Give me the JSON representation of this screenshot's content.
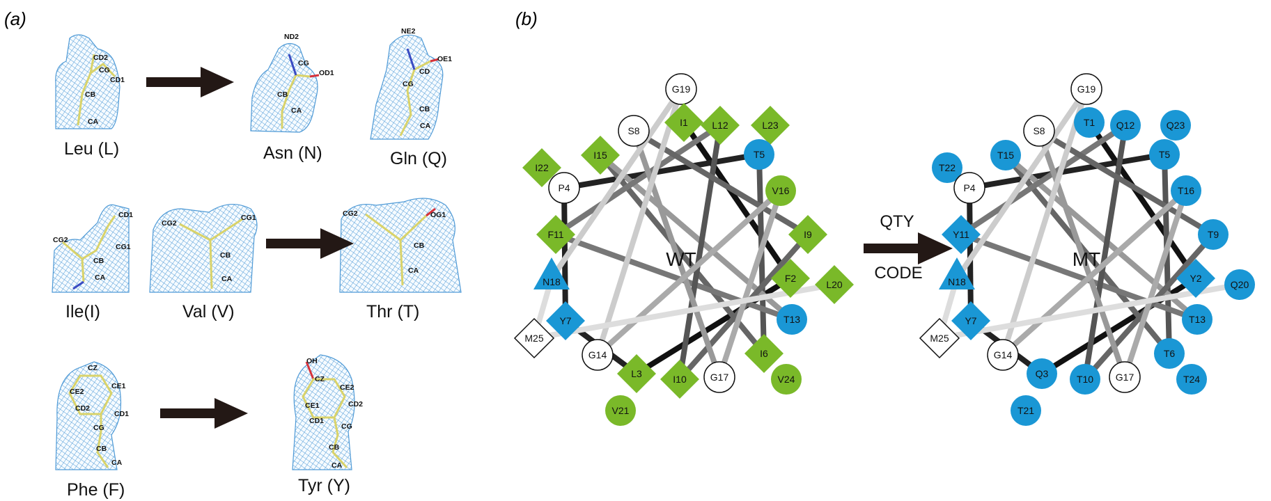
{
  "panels": {
    "a": "(a)",
    "b": "(b)"
  },
  "structures": {
    "leu": {
      "name": "Leu (L)",
      "atoms": [
        "CD2",
        "CG",
        "CD1",
        "CB",
        "CA"
      ]
    },
    "asn": {
      "name": "Asn (N)",
      "atoms": [
        "ND2",
        "CG",
        "OD1",
        "CB",
        "CA"
      ]
    },
    "gln": {
      "name": "Gln (Q)",
      "atoms": [
        "NE2",
        "OE1",
        "CD",
        "CG",
        "CB",
        "CA"
      ]
    },
    "ile": {
      "name": "Ile(I)",
      "atoms": [
        "CD1",
        "CG2",
        "CG1",
        "CB",
        "CA"
      ]
    },
    "val": {
      "name": "Val (V)",
      "atoms": [
        "CG2",
        "CG1",
        "CB",
        "CA"
      ]
    },
    "thr": {
      "name": "Thr (T)",
      "atoms": [
        "CG2",
        "OG1",
        "CB",
        "CA"
      ]
    },
    "phe": {
      "name": "Phe (F)",
      "atoms": [
        "CZ",
        "CE1",
        "CE2",
        "CD2",
        "CD1",
        "CG",
        "CB",
        "CA"
      ]
    },
    "tyr": {
      "name": "Tyr (Y)",
      "atoms": [
        "OH",
        "CZ",
        "CE2",
        "CE1",
        "CD2",
        "CD1",
        "CG",
        "CB",
        "CA"
      ]
    }
  },
  "colors": {
    "green": "#7ab929",
    "blue": "#1a97d5",
    "white": "#ffffff",
    "arrow": "#231815",
    "density": "#4f9ad6",
    "stick": "#d9d36a"
  },
  "wheels": [
    {
      "center_label": "WT",
      "residues": [
        {
          "label": "G19",
          "shape": "circle",
          "color": "white"
        },
        {
          "label": "I1",
          "shape": "diamond",
          "color": "green"
        },
        {
          "label": "L12",
          "shape": "diamond",
          "color": "green"
        },
        {
          "label": "L23",
          "shape": "diamond",
          "color": "green"
        },
        {
          "label": "S8",
          "shape": "circle",
          "color": "white"
        },
        {
          "label": "T5",
          "shape": "circle",
          "color": "blue"
        },
        {
          "label": "I15",
          "shape": "diamond",
          "color": "green"
        },
        {
          "label": "I22",
          "shape": "diamond",
          "color": "green"
        },
        {
          "label": "V16",
          "shape": "circle",
          "color": "green"
        },
        {
          "label": "P4",
          "shape": "circle",
          "color": "white"
        },
        {
          "label": "I9",
          "shape": "diamond",
          "color": "green"
        },
        {
          "label": "F11",
          "shape": "diamond",
          "color": "green"
        },
        {
          "label": "F2",
          "shape": "diamond",
          "color": "green"
        },
        {
          "label": "L20",
          "shape": "diamond",
          "color": "green"
        },
        {
          "label": "N18",
          "shape": "triangle",
          "color": "blue"
        },
        {
          "label": "Y7",
          "shape": "diamond",
          "color": "blue"
        },
        {
          "label": "T13",
          "shape": "circle",
          "color": "blue"
        },
        {
          "label": "M25",
          "shape": "diamond",
          "color": "white"
        },
        {
          "label": "I6",
          "shape": "diamond",
          "color": "green"
        },
        {
          "label": "G14",
          "shape": "circle",
          "color": "white"
        },
        {
          "label": "L3",
          "shape": "diamond",
          "color": "green"
        },
        {
          "label": "I10",
          "shape": "diamond",
          "color": "green"
        },
        {
          "label": "G17",
          "shape": "circle",
          "color": "white"
        },
        {
          "label": "V24",
          "shape": "circle",
          "color": "green"
        },
        {
          "label": "V21",
          "shape": "circle",
          "color": "green"
        }
      ]
    },
    {
      "center_label": "MT",
      "residues": [
        {
          "label": "G19",
          "shape": "circle",
          "color": "white"
        },
        {
          "label": "T1",
          "shape": "circle",
          "color": "blue"
        },
        {
          "label": "Q12",
          "shape": "circle",
          "color": "blue"
        },
        {
          "label": "Q23",
          "shape": "circle",
          "color": "blue"
        },
        {
          "label": "S8",
          "shape": "circle",
          "color": "white"
        },
        {
          "label": "T5",
          "shape": "circle",
          "color": "blue"
        },
        {
          "label": "T15",
          "shape": "circle",
          "color": "blue"
        },
        {
          "label": "T22",
          "shape": "circle",
          "color": "blue"
        },
        {
          "label": "T16",
          "shape": "circle",
          "color": "blue"
        },
        {
          "label": "P4",
          "shape": "circle",
          "color": "white"
        },
        {
          "label": "T9",
          "shape": "circle",
          "color": "blue"
        },
        {
          "label": "Y11",
          "shape": "diamond",
          "color": "blue"
        },
        {
          "label": "Y2",
          "shape": "diamond",
          "color": "blue"
        },
        {
          "label": "Q20",
          "shape": "circle",
          "color": "blue"
        },
        {
          "label": "N18",
          "shape": "triangle",
          "color": "blue"
        },
        {
          "label": "Y7",
          "shape": "diamond",
          "color": "blue"
        },
        {
          "label": "T13",
          "shape": "circle",
          "color": "blue"
        },
        {
          "label": "M25",
          "shape": "diamond",
          "color": "white"
        },
        {
          "label": "T6",
          "shape": "circle",
          "color": "blue"
        },
        {
          "label": "G14",
          "shape": "circle",
          "color": "white"
        },
        {
          "label": "Q3",
          "shape": "circle",
          "color": "blue"
        },
        {
          "label": "T10",
          "shape": "circle",
          "color": "blue"
        },
        {
          "label": "G17",
          "shape": "circle",
          "color": "white"
        },
        {
          "label": "T24",
          "shape": "circle",
          "color": "blue"
        },
        {
          "label": "T21",
          "shape": "circle",
          "color": "blue"
        }
      ]
    }
  ],
  "qty_arrow": {
    "top": "QTY",
    "bottom": "CODE"
  }
}
